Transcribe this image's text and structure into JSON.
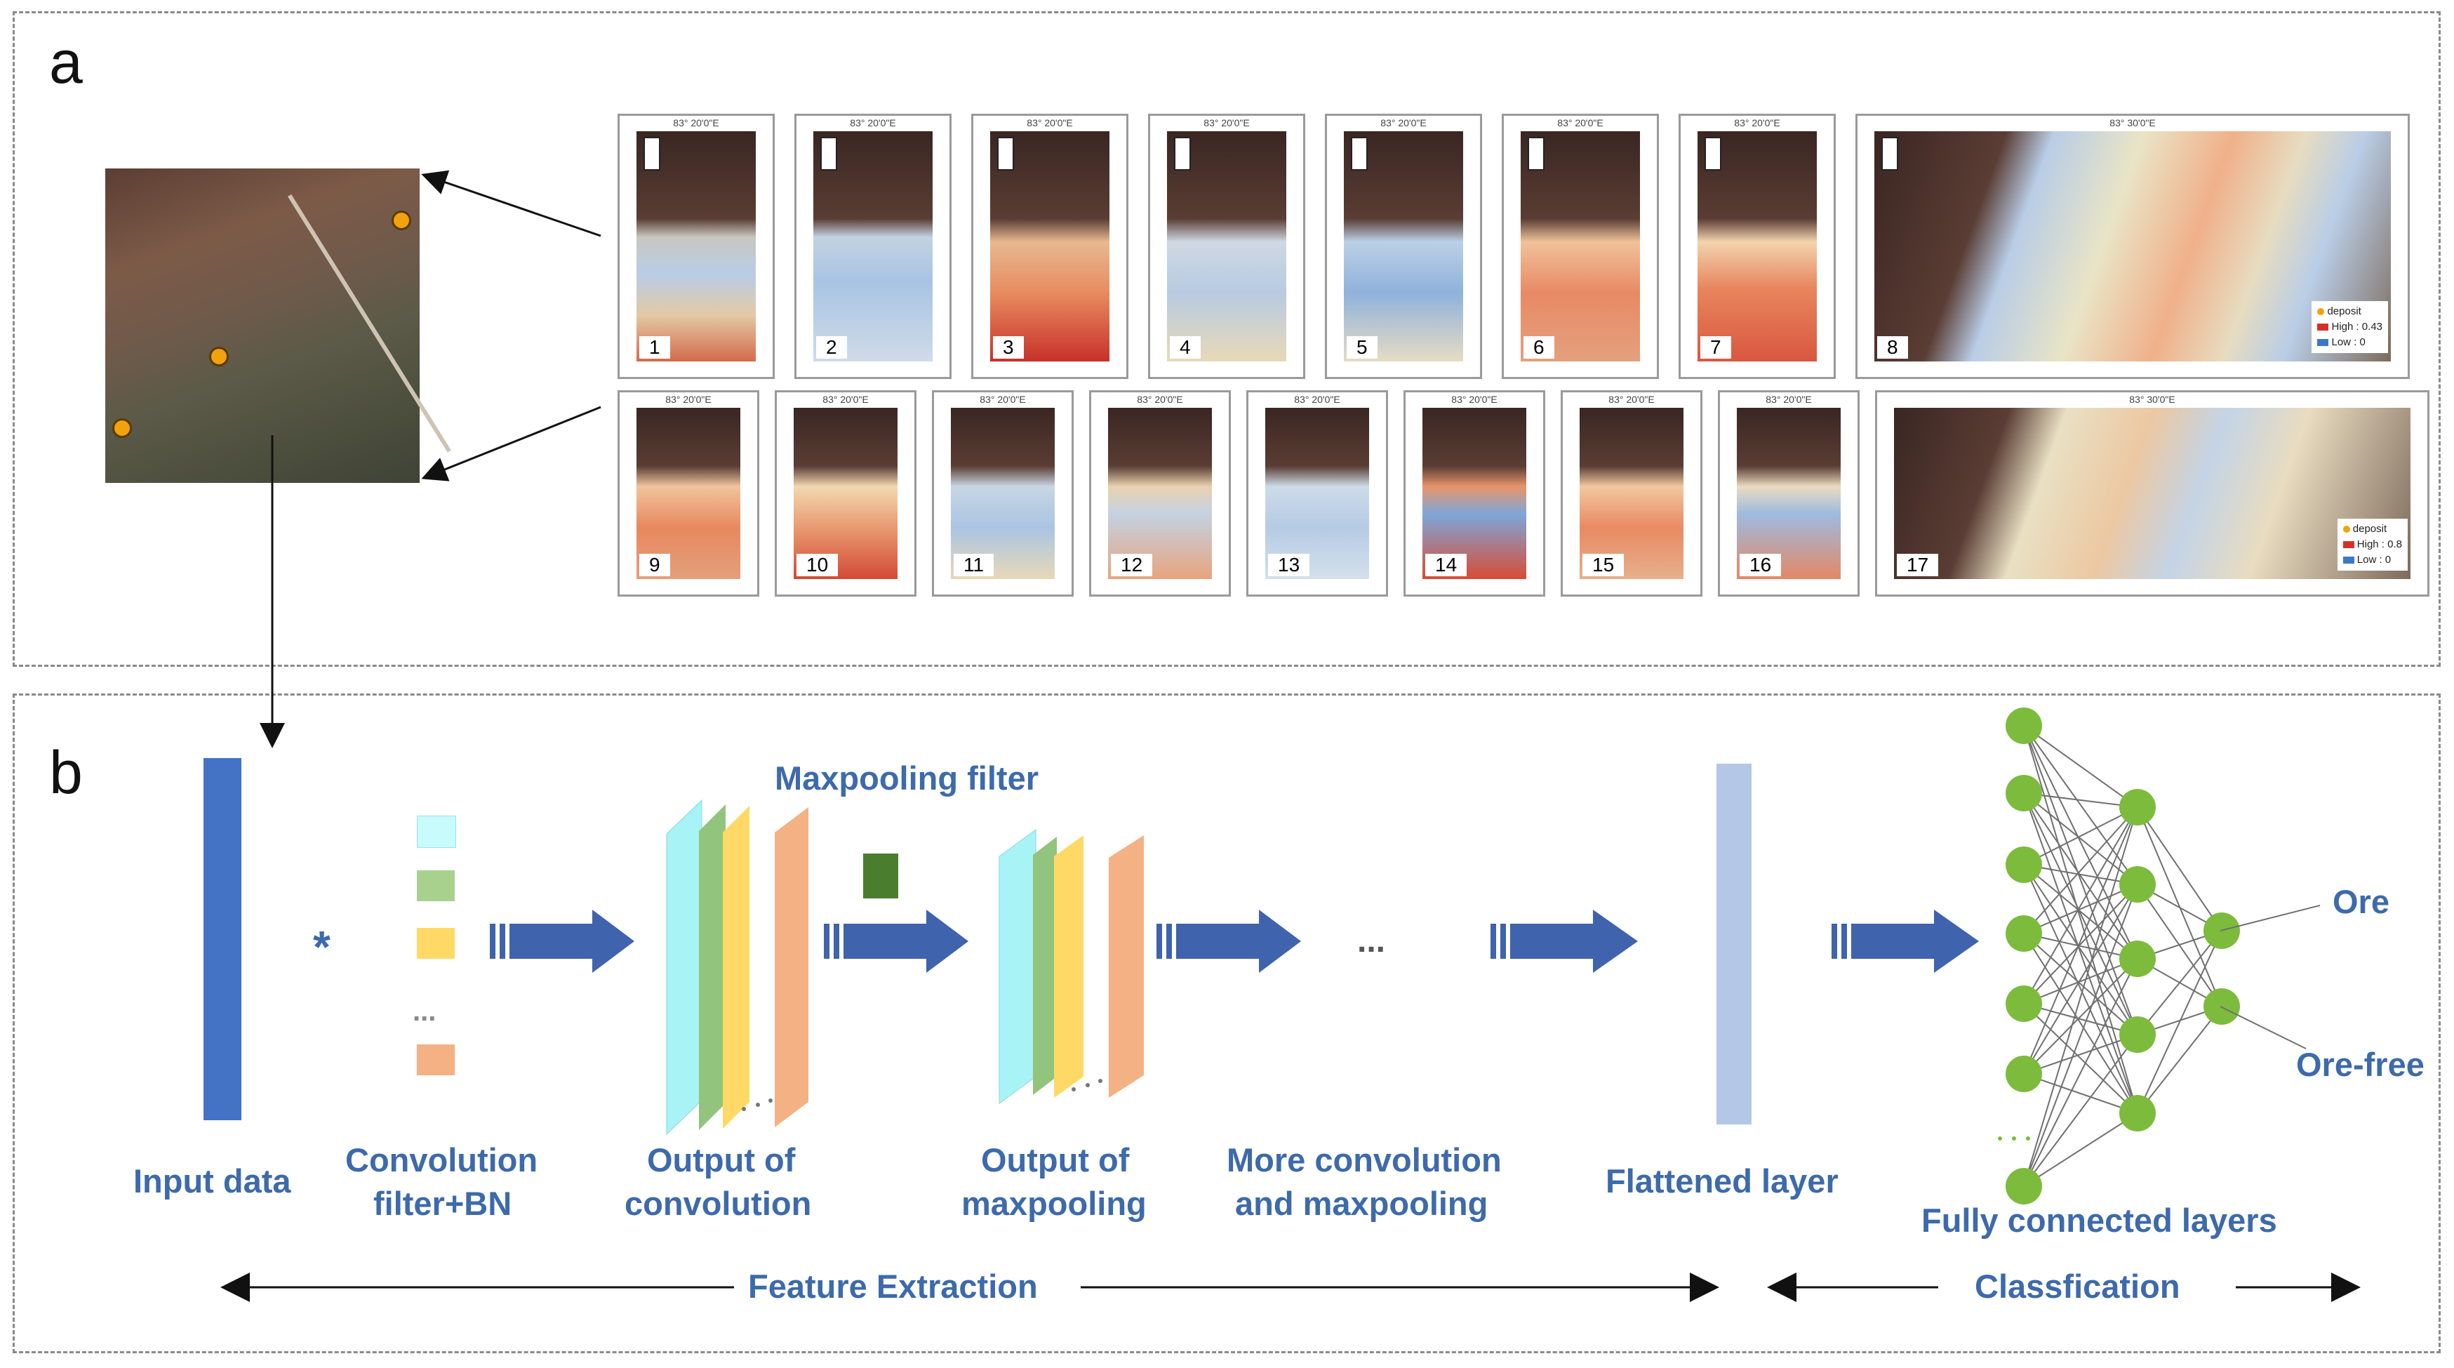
{
  "panels": {
    "a": "a",
    "b": "b"
  },
  "maps": {
    "coord_top": "83° 20'0\"E",
    "coord_top_wide": "83° 30'0\"E",
    "legend_deposit": "deposit",
    "legend_high_8": "High : 0.43",
    "legend_high_17": "High : 0.8",
    "legend_low": "Low : 0",
    "numbers": [
      "1",
      "2",
      "3",
      "4",
      "5",
      "6",
      "7",
      "8",
      "9",
      "10",
      "11",
      "12",
      "13",
      "14",
      "15",
      "16",
      "17"
    ]
  },
  "diagram": {
    "maxpool_filter": "Maxpooling filter",
    "input": "Input data",
    "conv_filter_l1": "Convolution",
    "conv_filter_l2": "filter+BN",
    "out_conv_l1": "Output of",
    "out_conv_l2": "convolution",
    "out_pool_l1": "Output of",
    "out_pool_l2": "maxpooling",
    "more_l1": "More convolution",
    "more_l2": "and  maxpooling",
    "flattened": "Flattened layer",
    "fully_connected": "Fully connected layers",
    "ore": "Ore",
    "ore_free": "Ore-free",
    "feature_extraction": "Feature Extraction",
    "classification": "Classfication",
    "star": "*",
    "dots": "..."
  },
  "colors": {
    "blue_bar": "#4472c4",
    "arrow_blue": "#3f63ad",
    "cyan": "#a8f3f5",
    "green": "#92c47d",
    "yellow": "#ffd966",
    "orange": "#f4b183",
    "dark_green": "#4b7d2e",
    "light_blue": "#b4c7e7",
    "node_green": "#7dbb3c",
    "label_blue": "#3d6aab"
  }
}
